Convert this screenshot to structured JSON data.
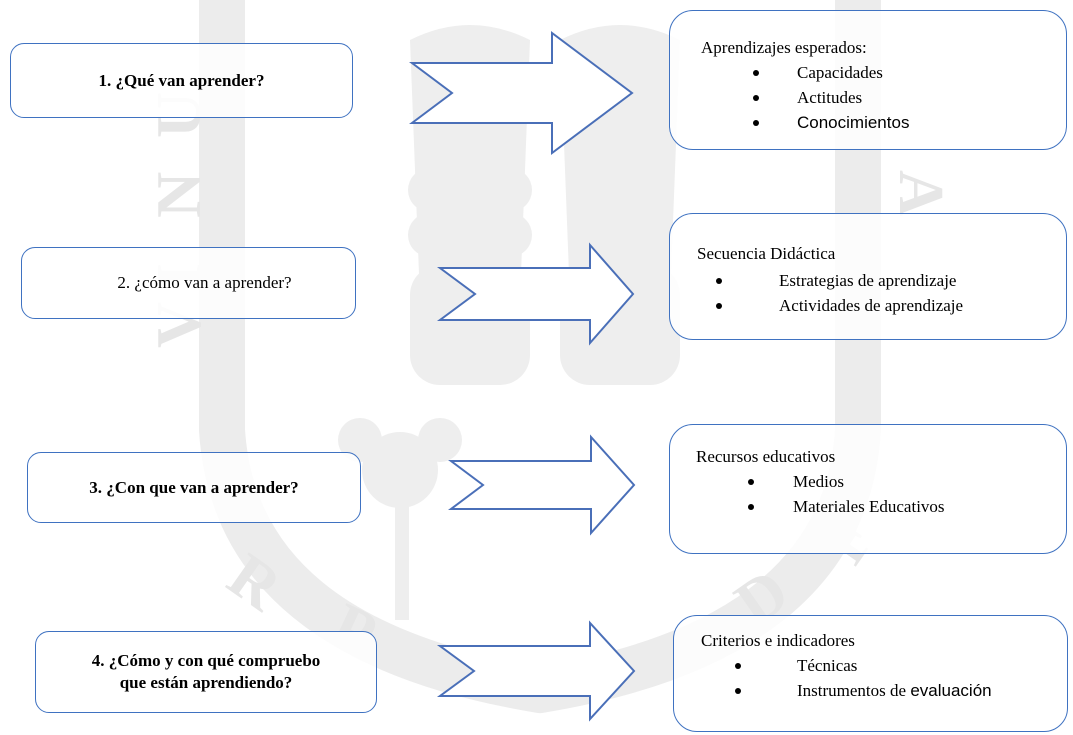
{
  "colors": {
    "box_border": "#3f72c1",
    "arrow_stroke": "#4a6fb8",
    "watermark": "#e9e9e9"
  },
  "questions": [
    {
      "text": "1. ¿Qué van aprender?"
    },
    {
      "text": "2. ¿cómo van a aprender?"
    },
    {
      "text": "3. ¿Con que van a aprender?"
    },
    {
      "line1": "4. ¿Cómo y con qué compruebo",
      "line2": "que están aprendiendo?"
    }
  ],
  "results": [
    {
      "title": "Aprendizajes esperados:",
      "items": [
        "Capacidades",
        "Actitudes",
        "Conocimientos"
      ]
    },
    {
      "title": "Secuencia Didáctica",
      "items": [
        "Estrategias de aprendizaje",
        "Actividades de  aprendizaje"
      ]
    },
    {
      "title": "Recursos educativos",
      "items": [
        "Medios",
        "Materiales  Educativos"
      ]
    },
    {
      "title": "Criterios e indicadores",
      "items": [
        "Técnicas"
      ],
      "last_item_part1": "Instrumentos de ",
      "last_item_part2": "evaluación"
    }
  ],
  "watermark_icons": [
    "university-seal-watermark"
  ]
}
